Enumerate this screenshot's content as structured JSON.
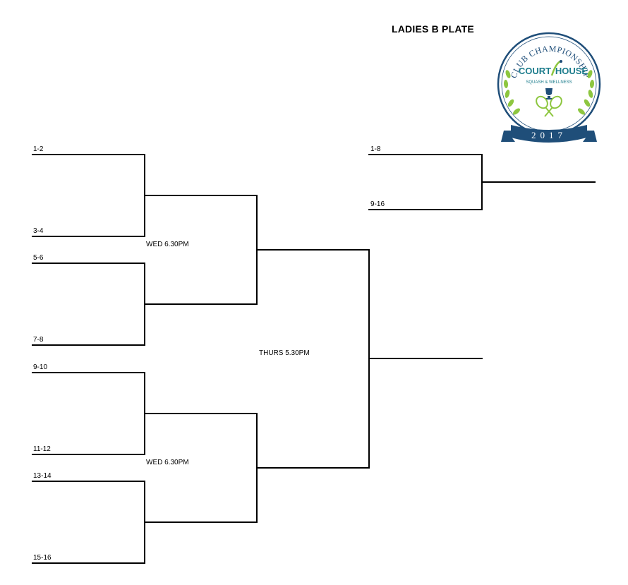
{
  "title": "LADIES B PLATE",
  "first_round": [
    "1-2",
    "3-4",
    "5-6",
    "7-8",
    "9-10",
    "11-12",
    "13-14",
    "15-16"
  ],
  "quarter_time_labels": [
    "WED 6.30PM",
    "WED 6.30PM"
  ],
  "semi_time_label": "THURS 5.30PM",
  "playoff": [
    "1-8",
    "9-16"
  ],
  "logo": {
    "arc_text": "CLUB CHAMPIONSHIP",
    "brand_left": "COURT",
    "brand_right": "HOUSE",
    "tagline": "SQUASH & WELLNESS",
    "year": "2017",
    "colors": {
      "navy": "#1f4e79",
      "green": "#8dc63f",
      "teal": "#1c7c8c"
    }
  }
}
